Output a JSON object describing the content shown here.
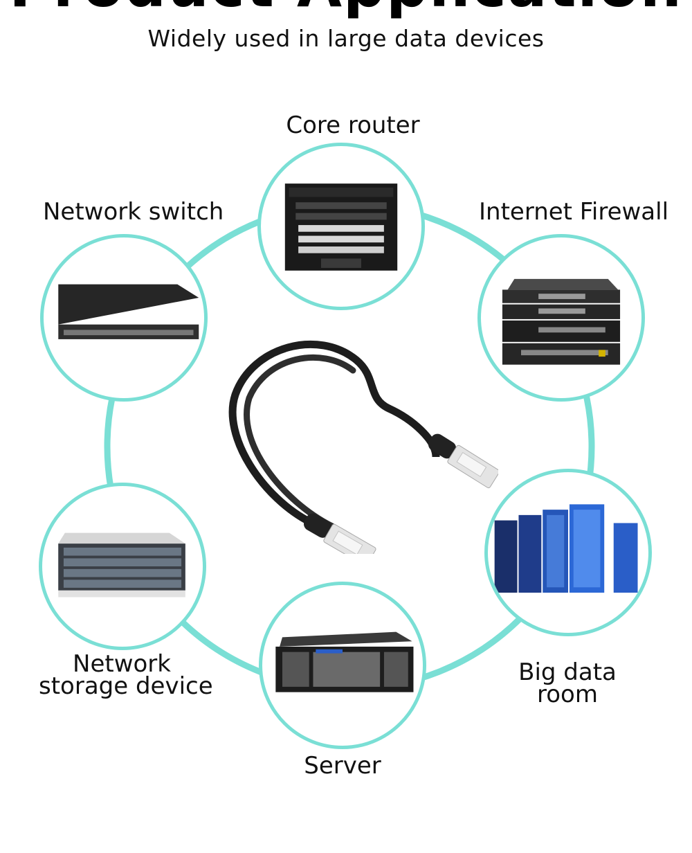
{
  "header": {
    "title": "Product Application",
    "subtitle": "Widely used in large data devices"
  },
  "nodes": {
    "core_router": {
      "label": "Core router"
    },
    "network_switch": {
      "label": "Network switch"
    },
    "internet_firewall": {
      "label": "Internet Firewall"
    },
    "network_storage": {
      "label_line1": "Network",
      "label_line2": "storage device"
    },
    "big_data_room": {
      "label_line1": "Big data",
      "label_line2": "room"
    },
    "server": {
      "label": "Server"
    }
  },
  "colors": {
    "ring": "#7adfd5",
    "cable": "#1d1d1d",
    "connector": "#e4e4e4"
  }
}
